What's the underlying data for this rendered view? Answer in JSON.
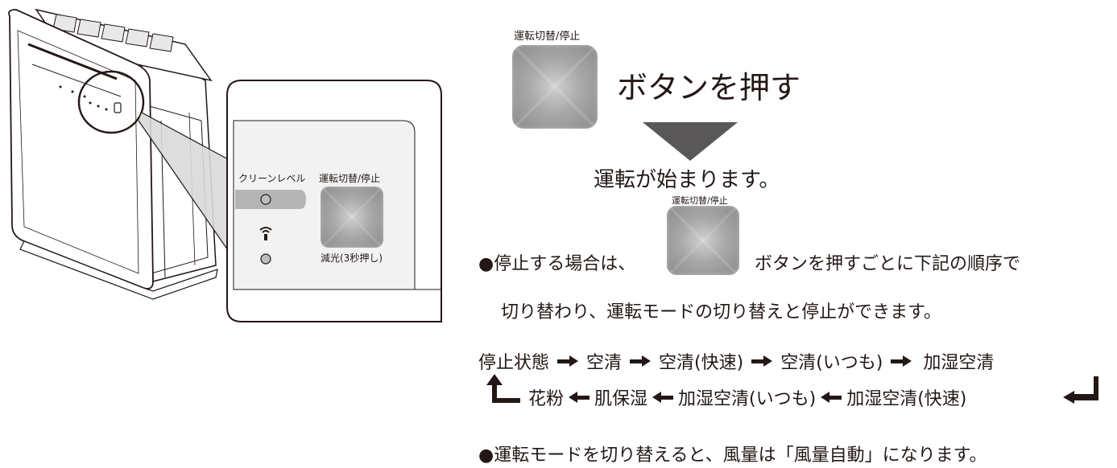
{
  "panel": {
    "clean_level_label": "クリーンレベル",
    "mode_button_label": "運転切替/停止",
    "dim_label": "減光(3秒押し)"
  },
  "step": {
    "button_caption": "運転切替/停止",
    "press_text": "ボタンを押す",
    "start_text": "運転が始まります。"
  },
  "note1": {
    "button_caption": "運転切替/停止",
    "prefix": "●停止する場合は、",
    "suffix": "ボタンを押すごとに下記の順序で",
    "line2": "切り替わり、運転モードの切り替えと停止ができます。"
  },
  "sequence": {
    "row1": [
      "停止状態",
      "空清",
      "空清(快速)",
      "空清(いつも)",
      "加湿空清"
    ],
    "row2": [
      "花粉",
      "肌保湿",
      "加湿空清(いつも)",
      "加湿空清(快速)"
    ]
  },
  "note2": "●運転モードを切り替えると、風量は「風量自動」になります。"
}
